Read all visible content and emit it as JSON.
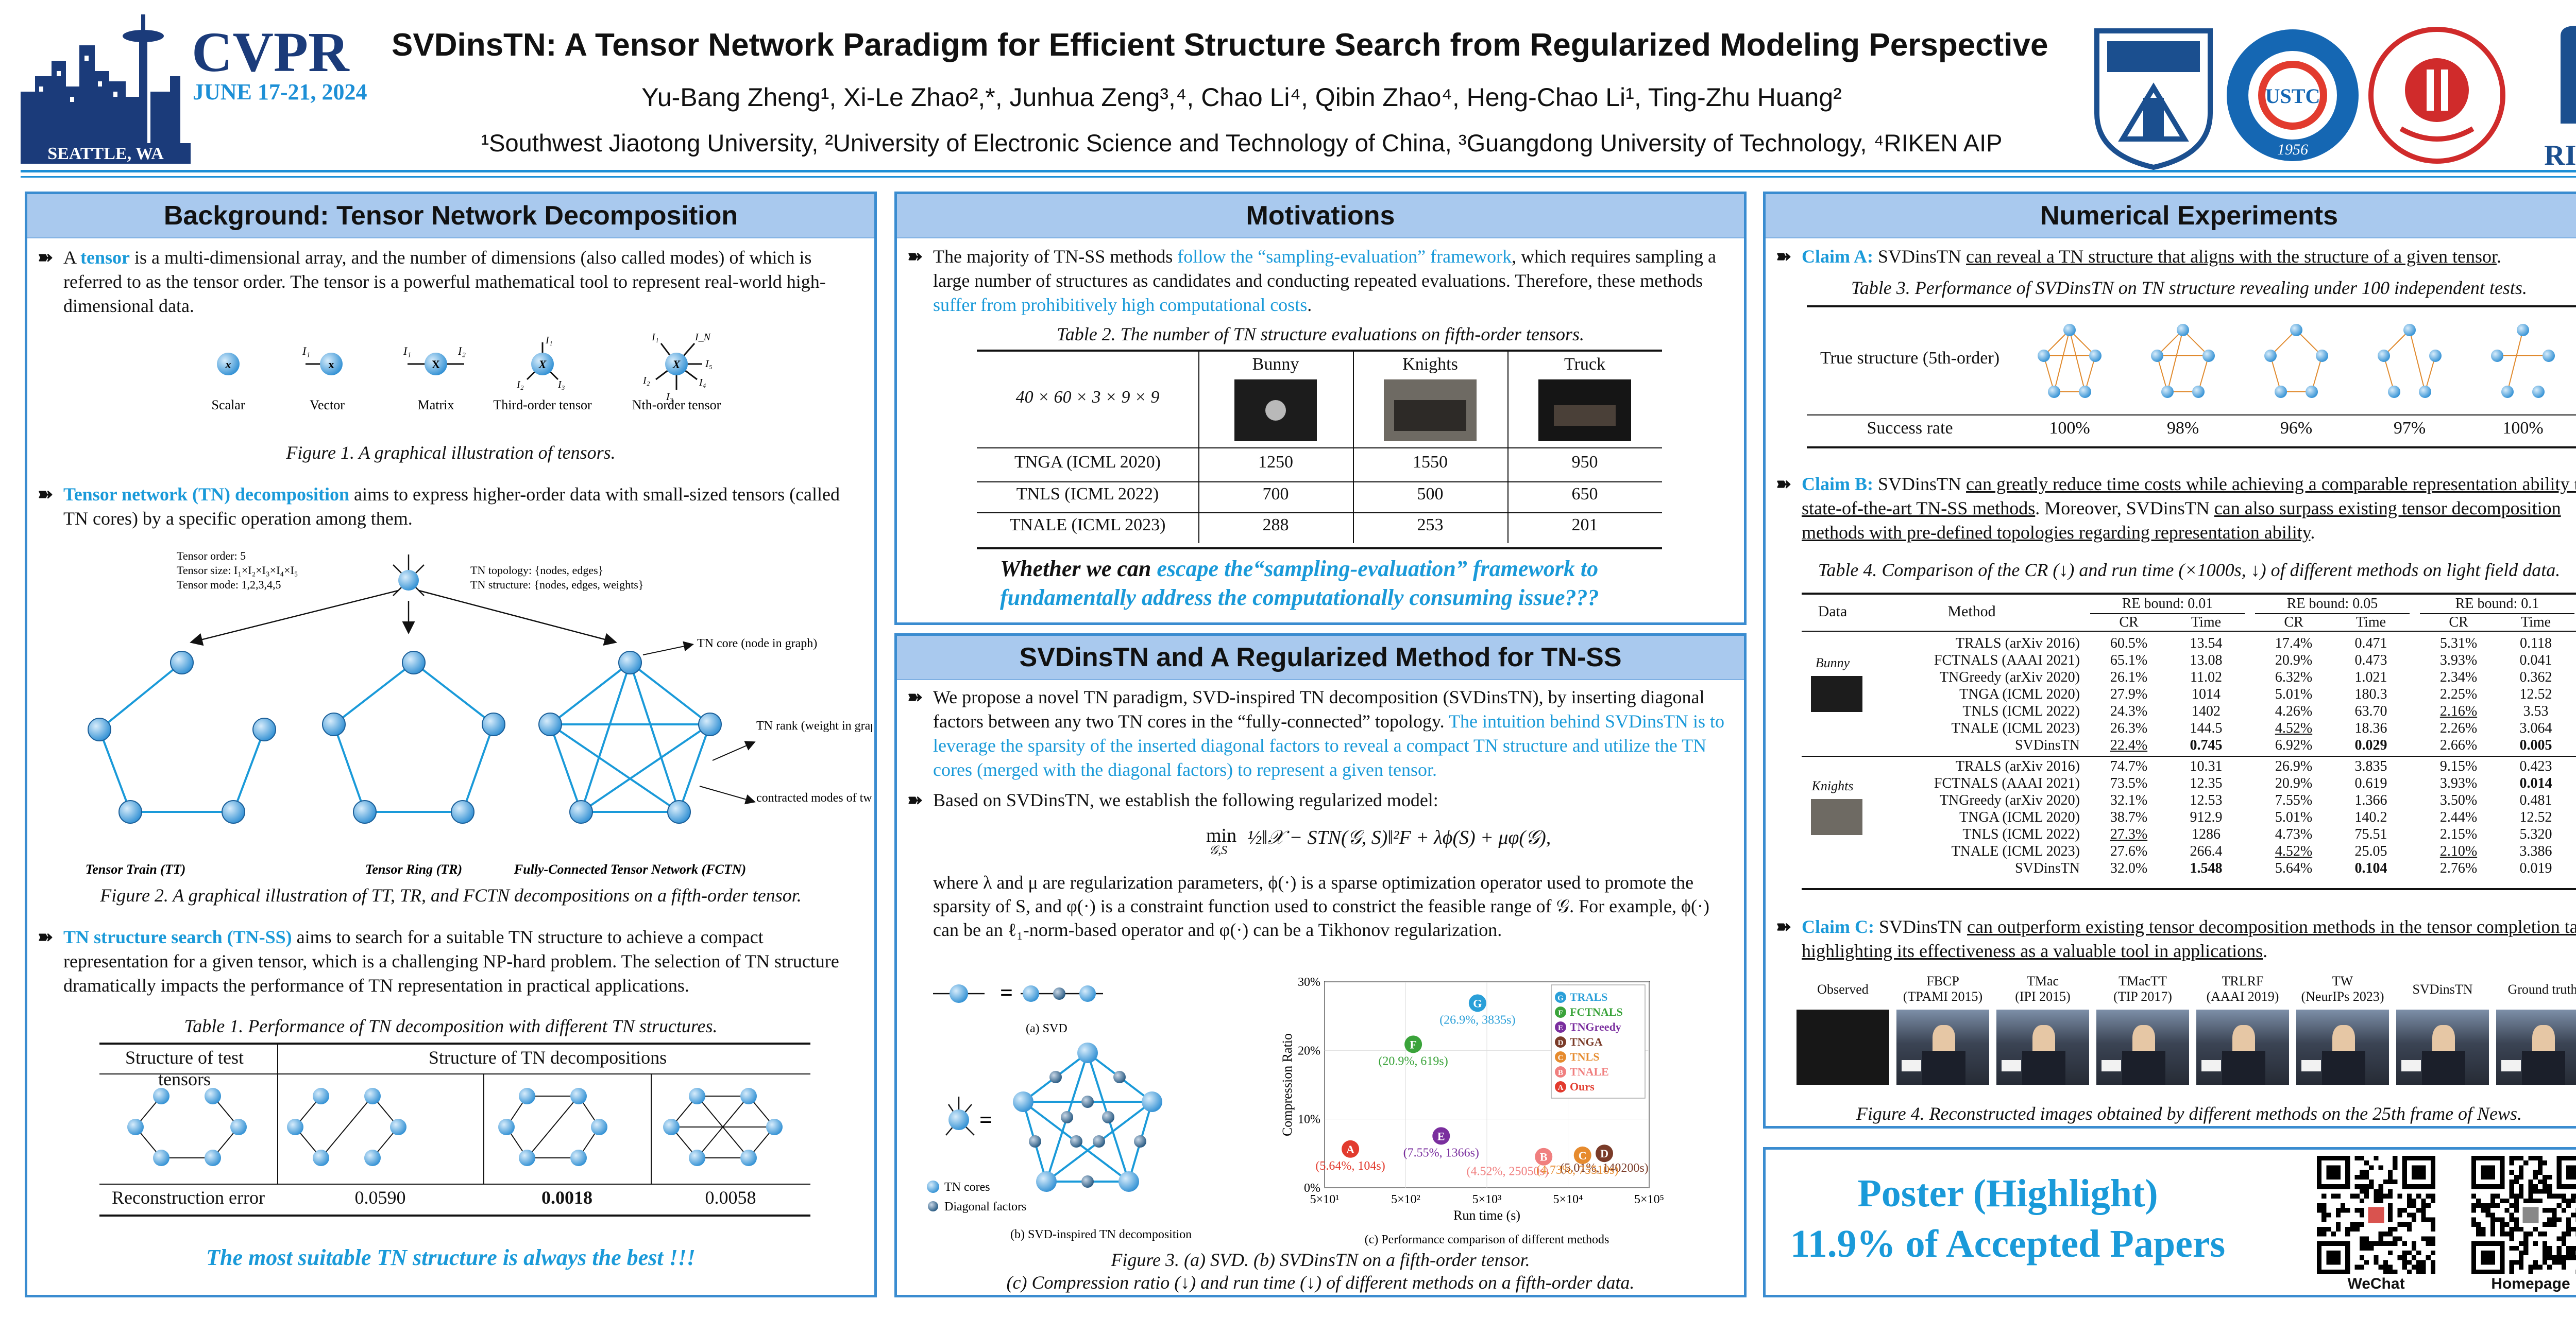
{
  "header": {
    "title": "SVDinsTN: A Tensor Network Paradigm for Efficient Structure Search from Regularized Modeling Perspective",
    "authors": "Yu-Bang Zheng¹,  Xi-Le Zhao²,*,  Junhua Zeng³,⁴,  Chao Li⁴,  Qibin Zhao⁴,  Heng-Chao Li¹,  Ting-Zhu Huang²",
    "affiliations": "¹Southwest Jiaotong University,   ²University of Electronic Science and Technology of China,  ³Guangdong University of Technology,  ⁴RIKEN AIP",
    "cvpr_logo": {
      "name": "CVPR",
      "dates": "JUNE 17-21, 2024",
      "city": "SEATTLE, WA"
    },
    "logos": {
      "riken": "RIKEN",
      "ustc_year": "1956",
      "ustc_text": "USTC"
    },
    "colors": {
      "accent": "#1a9ad9",
      "panel_border": "#3a8cd0",
      "panel_head": "#a9c9ee",
      "cvpr_navy": "#1b3b7a"
    }
  },
  "background": {
    "heading": "Background: Tensor Network Decomposition",
    "p1_lead": "A ",
    "p1_term": "tensor",
    "p1_rest": " is a multi-dimensional array, and the number of dimensions (also called modes) of which is referred to as the tensor order. The tensor is a powerful mathematical tool to represent real-world high-dimensional data.",
    "fig1_labels": [
      "Scalar",
      "Vector",
      "Matrix",
      "Third-order tensor",
      "Nth-order tensor"
    ],
    "fig1_caption": "Figure 1. A graphical illustration of tensors.",
    "p2_term": "Tensor network (TN) decomposition",
    "p2_rest": " aims to express higher-order data with small-sized tensors (called TN cores) by a specific operation among them.",
    "fig2_info_left": [
      "Tensor order: 5",
      "Tensor size: I₁×I₂×I₃×I₄×I₅",
      "Tensor mode: 1,2,3,4,5"
    ],
    "fig2_info_right": [
      "TN topology: {nodes, edges}",
      "TN structure: {nodes, edges, weights}"
    ],
    "fig2_annotations": [
      "TN core (node in graph)",
      "TN rank (weight in graph)",
      "contracted modes of two TN cores (edge in graph)"
    ],
    "fig2_subtitles": [
      "Tensor Train (TT)",
      "Tensor Ring (TR)",
      "Fully-Connected Tensor Network (FCTN)"
    ],
    "fig2_caption": "Figure 2. A graphical illustration of TT, TR, and FCTN decompositions on a fifth-order tensor.",
    "p3_term": "TN structure search (TN-SS)",
    "p3_rest": " aims to search for a suitable TN structure to achieve a compact representation for a given tensor, which is a challenging NP-hard problem. The selection of TN structure dramatically impacts the performance of TN representation in practical applications.",
    "table1_caption": "Table 1. Performance of TN decomposition with different TN structures.",
    "table1_header_left": "Structure of test tensors",
    "table1_header_right": "Structure of TN decompositions",
    "table1_row_label": "Reconstruction error",
    "table1_values": [
      "0.0590",
      "0.0018",
      "0.0058"
    ],
    "closing": "The most suitable TN structure is always the best !!!"
  },
  "motivations": {
    "heading": "Motivations",
    "p1_a": "The majority of TN-SS methods ",
    "p1_b": "follow the “sampling-evaluation” framework",
    "p1_c": ", which requires sampling a large number of structures as candidates and conducting repeated evaluations. Therefore, these methods ",
    "p1_d": "suffer from prohibitively high computational costs",
    "p1_e": ".",
    "table2_caption": "Table 2. The number of TN structure evaluations on fifth-order tensors.",
    "table2_size": "40 × 60 × 3 × 9 × 9",
    "table2_cols": [
      "Bunny",
      "Knights",
      "Truck"
    ],
    "table2_rows": [
      {
        "method": "TNGA (ICML 2020)",
        "values": [
          "1250",
          "1550",
          "950"
        ]
      },
      {
        "method": "TNLS (ICML 2022)",
        "values": [
          "700",
          "500",
          "650"
        ]
      },
      {
        "method": "TNALE (ICML 2023)",
        "values": [
          "288",
          "253",
          "201"
        ]
      }
    ],
    "question_a": "Whether we can ",
    "question_b": "escape the“sampling-evaluation” framework to fundamentally address the computationally consuming issue???"
  },
  "svdinstn": {
    "heading": "SVDinsTN and A Regularized Method for TN-SS",
    "p1_a": "We propose a novel TN paradigm, SVD-inspired TN decomposition (SVDinsTN), by inserting diagonal factors between any two TN cores in the “fully-connected” topology. ",
    "p1_b": "The intuition behind SVDinsTN is to leverage the sparsity of the inserted diagonal factors to reveal a compact TN structure and utilize the TN cores (merged with the diagonal factors) to represent a given tensor.",
    "p2": "Based on SVDinsTN, we establish the following regularized model:",
    "equation_lhs": "min",
    "equation_sub": "𝒢,S",
    "equation_body": "½‖𝒳 − STN(𝒢, S)‖²F + λϕ(S) + μφ(𝒢),",
    "p3": "where λ and μ are regularization parameters, ϕ(·) is a sparse optimization operator used to promote the sparsity of S, and φ(·) is a constraint function used to constrict the feasible range of 𝒢. For example, ϕ(·) can be an ℓ₁-norm-based operator and φ(·) can be a Tikhonov regularization.",
    "fig3a_label": "(a) SVD",
    "fig3b_label": "(b) SVD-inspired TN decomposition",
    "fig3c_label": "(c) Performance comparison of different methods",
    "legend_cores": "TN cores",
    "legend_diag": "Diagonal factors",
    "fig3_caption_1": "Figure 3. (a) SVD. (b) SVDinsTN on a fifth-order tensor.",
    "fig3_caption_2": "(c) Compression ratio (↓) and run time (↓) of different methods on a fifth-order data."
  },
  "chart_data": {
    "type": "scatter",
    "title": "",
    "xlabel": "Run time (s)",
    "ylabel": "Compression Ratio",
    "xscale": "log",
    "xlim": [
      50,
      500000
    ],
    "ylim": [
      0,
      30
    ],
    "xticks": [
      "5×10¹",
      "5×10²",
      "5×10³",
      "5×10⁴",
      "5×10⁵"
    ],
    "yticks": [
      "0%",
      "10%",
      "20%",
      "30%"
    ],
    "legend_position": "right",
    "series": [
      {
        "name": "TRALS",
        "letter": "G",
        "color": "#2a9fd8",
        "x": 3835,
        "y": 26.9,
        "label": "(26.9%, 3835s)"
      },
      {
        "name": "FCTNALS",
        "letter": "F",
        "color": "#3aa33a",
        "x": 619,
        "y": 20.9,
        "label": "(20.9%, 619s)"
      },
      {
        "name": "TNGreedy",
        "letter": "E",
        "color": "#7a2e9e",
        "x": 1366,
        "y": 7.55,
        "label": "(7.55%, 1366s)"
      },
      {
        "name": "TNGA",
        "letter": "D",
        "color": "#7a3b28",
        "x": 140200,
        "y": 5.01,
        "label": "(5.01%, 140200s)"
      },
      {
        "name": "TNLS",
        "letter": "C",
        "color": "#e68b2e",
        "x": 75510,
        "y": 4.73,
        "label": "(4.73%, 75510s)"
      },
      {
        "name": "TNALE",
        "letter": "B",
        "color": "#f07f7f",
        "x": 25050,
        "y": 4.52,
        "label": "(4.52%, 25050s)"
      },
      {
        "name": "Ours",
        "letter": "A",
        "color": "#e23b2e",
        "x": 104,
        "y": 5.64,
        "label": "(5.64%, 104s)"
      }
    ]
  },
  "experiments": {
    "heading": "Numerical Experiments",
    "claimA_label": "Claim A:",
    "claimA_a": " SVDinsTN ",
    "claimA_b": "can reveal a TN structure that aligns with the structure of a given tensor",
    "claimA_c": ".",
    "table3_caption": "Table 3. Performance of SVDinsTN on TN structure revealing under 100 independent tests.",
    "table3_row1": "True structure (5th-order)",
    "table3_row2": "Success rate",
    "table3_rates": [
      "100%",
      "98%",
      "96%",
      "97%",
      "100%"
    ],
    "claimB_label": "Claim B:",
    "claimB_a": " SVDinsTN ",
    "claimB_b": "can greatly reduce time costs while achieving a comparable representation ability to state-of-the-art TN-SS methods",
    "claimB_c": ". Moreover, SVDinsTN ",
    "claimB_d": "can also surpass existing tensor decomposition methods with pre-defined topologies regarding representation ability",
    "claimB_e": ".",
    "table4_caption": "Table 4. Comparison of the CR (↓) and run time (×1000s, ↓) of different methods on light field data.",
    "table4_headers": {
      "data": "Data",
      "method": "Method",
      "bounds": [
        "RE bound: 0.01",
        "RE bound: 0.05",
        "RE bound: 0.1"
      ],
      "cr": "CR",
      "time": "Time"
    },
    "table4_groups": [
      {
        "name": "Bunny",
        "rows": [
          [
            "TRALS (arXiv 2016)",
            "60.5%",
            "13.54",
            "17.4%",
            "0.471",
            "5.31%",
            "0.118"
          ],
          [
            "FCTNALS (AAAI 2021)",
            "65.1%",
            "13.08",
            "20.9%",
            "0.473",
            "3.93%",
            "0.041"
          ],
          [
            "TNGreedy (arXiv 2020)",
            "26.1%",
            "11.02",
            "6.32%",
            "1.021",
            "2.34%",
            "0.362"
          ],
          [
            "TNGA (ICML 2020)",
            "27.9%",
            "1014",
            "5.01%",
            "180.3",
            "2.25%",
            "12.52"
          ],
          [
            "TNLS (ICML 2022)",
            "24.3%",
            "1402",
            "4.26%",
            "63.70",
            "2.16%",
            "3.53"
          ],
          [
            "TNALE (ICML 2023)",
            "26.3%",
            "144.5",
            "4.52%",
            "18.36",
            "2.26%",
            "3.064"
          ],
          [
            "SVDinsTN",
            "22.4%",
            "0.745",
            "6.92%",
            "0.029",
            "2.66%",
            "0.005"
          ]
        ]
      },
      {
        "name": "Knights",
        "rows": [
          [
            "TRALS (arXiv 2016)",
            "74.7%",
            "10.31",
            "26.9%",
            "3.835",
            "9.15%",
            "0.423"
          ],
          [
            "FCTNALS (AAAI 2021)",
            "73.5%",
            "12.35",
            "20.9%",
            "0.619",
            "3.93%",
            "0.014"
          ],
          [
            "TNGreedy (arXiv 2020)",
            "32.1%",
            "12.53",
            "7.55%",
            "1.366",
            "3.50%",
            "0.481"
          ],
          [
            "TNGA (ICML 2020)",
            "38.7%",
            "912.9",
            "5.01%",
            "140.2",
            "2.44%",
            "12.52"
          ],
          [
            "TNLS (ICML 2022)",
            "27.3%",
            "1286",
            "4.73%",
            "75.51",
            "2.15%",
            "5.320"
          ],
          [
            "TNALE (ICML 2023)",
            "27.6%",
            "266.4",
            "4.52%",
            "25.05",
            "2.10%",
            "3.386"
          ],
          [
            "SVDinsTN",
            "32.0%",
            "1.548",
            "5.64%",
            "0.104",
            "2.76%",
            "0.019"
          ]
        ]
      }
    ],
    "claimC_label": "Claim C:",
    "claimC_a": " SVDinsTN ",
    "claimC_b": "can outperform existing tensor decomposition methods in the tensor completion task, highlighting its effectiveness as a valuable tool in applications",
    "claimC_c": ".",
    "fig4_columns": [
      {
        "l1": "Observed",
        "l2": ""
      },
      {
        "l1": "FBCP",
        "l2": "(TPAMI 2015)"
      },
      {
        "l1": "TMac",
        "l2": "(IPI 2015)"
      },
      {
        "l1": "TMacTT",
        "l2": "(TIP 2017)"
      },
      {
        "l1": "TRLRF",
        "l2": "(AAAI 2019)"
      },
      {
        "l1": "TW",
        "l2": "(NeurIPs 2023)"
      },
      {
        "l1": "SVDinsTN",
        "l2": ""
      },
      {
        "l1": "Ground truth",
        "l2": ""
      }
    ],
    "fig4_caption": "Figure 4. Reconstructed images obtained by different methods on the 25th frame of News."
  },
  "highlight": {
    "line1": "Poster (Highlight)",
    "line2": "11.9% of Accepted Papers",
    "qr1_label": "WeChat",
    "qr2_label": "Homepage"
  }
}
